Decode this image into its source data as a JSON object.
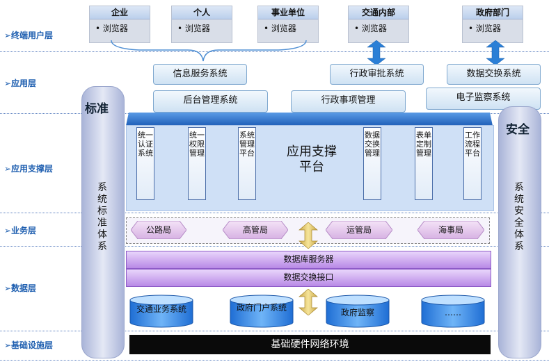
{
  "layers": {
    "terminal": "➢终端用户层",
    "application": "➢应用层",
    "support": "➢应用支撑层",
    "business": "➢业务层",
    "data": "➢数据层",
    "infrastructure": "➢基础设施层"
  },
  "users": [
    {
      "title": "企业",
      "item": "• 浏览器"
    },
    {
      "title": "个人",
      "item": "• 浏览器"
    },
    {
      "title": "事业单位",
      "item": "• 浏览器"
    },
    {
      "title": "交通内部",
      "item": "• 浏览器"
    },
    {
      "title": "政府部门",
      "item": "• 浏览器"
    }
  ],
  "apps": {
    "info_service": "信息服务系统",
    "admin_approval": "行政审批系统",
    "data_exchange": "数据交换系统",
    "backend_mgmt": "后台管理系统",
    "admin_affairs": "行政事项管理",
    "e_supervision": "电子监察系统"
  },
  "pillars": {
    "left_title": "标准",
    "left_text": "系统标准体系",
    "right_title": "安全",
    "right_text": "系统安全体系"
  },
  "support": {
    "platform_title": "应用支撑平台",
    "modules": [
      "统一认证系统",
      "统一权限管理",
      "系统管理平台",
      "数据交换管理",
      "表单定制管理",
      "工作流程平台"
    ]
  },
  "business": [
    "公路局",
    "高管局",
    "运管局",
    "海事局"
  ],
  "data": {
    "db_server": "数据库服务器",
    "exchange_interface": "数据交换接口",
    "databases": [
      "交通业务系统",
      "政府门户系统",
      "政府监察",
      "……"
    ]
  },
  "infrastructure": {
    "label": "基础硬件网络环境"
  }
}
